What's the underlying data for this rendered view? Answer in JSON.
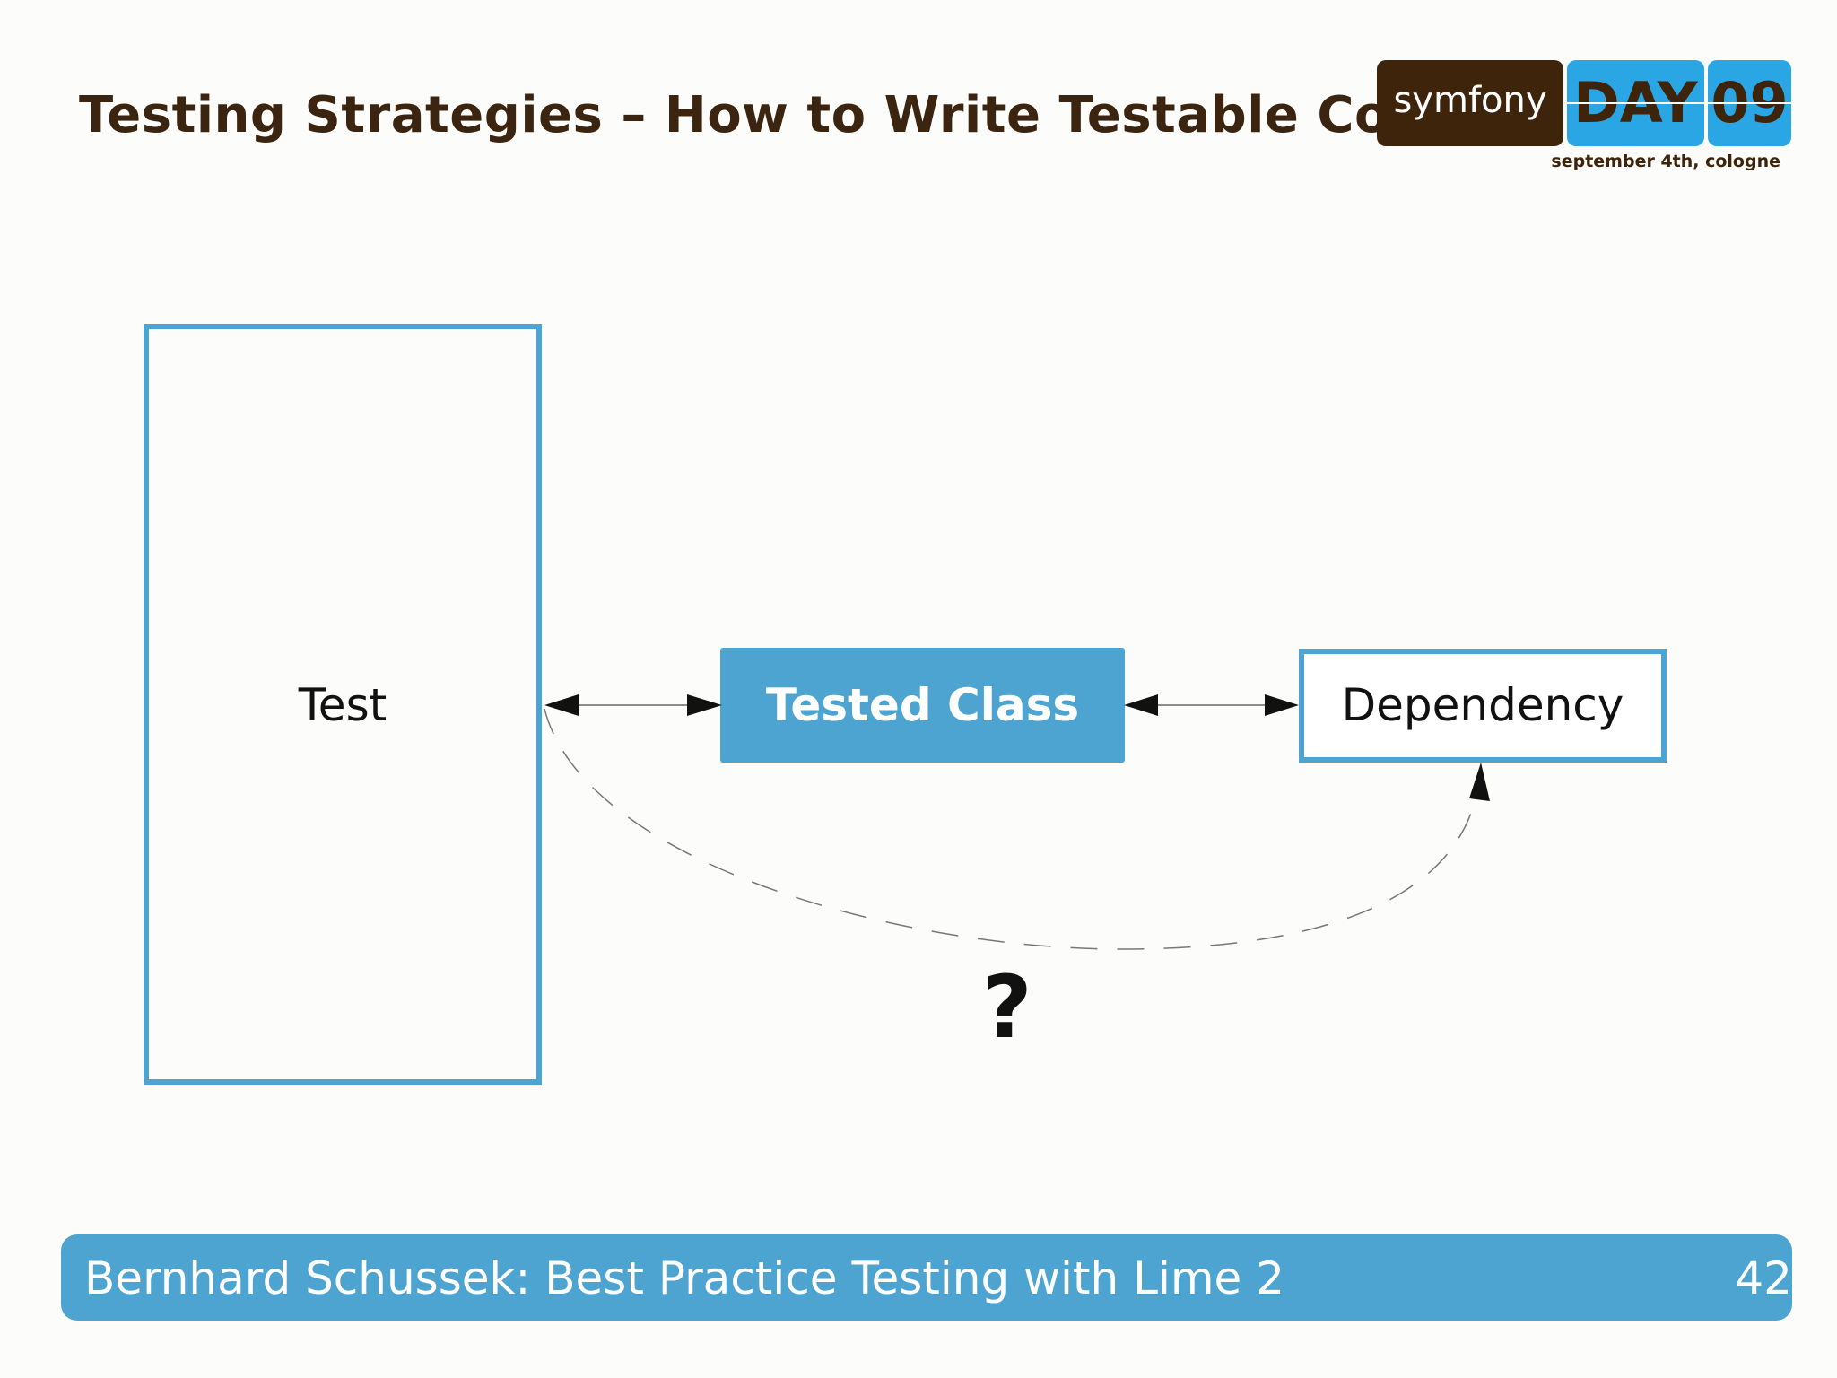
{
  "slide": {
    "title": "Testing Strategies – How to Write Testable Code?",
    "logo": {
      "brand": "symfony",
      "event": "DAY",
      "year": "09",
      "subtitle": "september 4th, cologne"
    },
    "diagram": {
      "nodes": {
        "test": "Test",
        "tested_class": "Tested Class",
        "dependency": "Dependency"
      },
      "question": "?"
    },
    "footer": {
      "text": "Bernhard Schussek: Best Practice Testing with Lime 2",
      "page_number": "42"
    }
  },
  "colors": {
    "title": "#3b2410",
    "accent_blue": "#4da4d1",
    "logo_brown": "#3f240c",
    "logo_blue": "#2aa6e4"
  }
}
